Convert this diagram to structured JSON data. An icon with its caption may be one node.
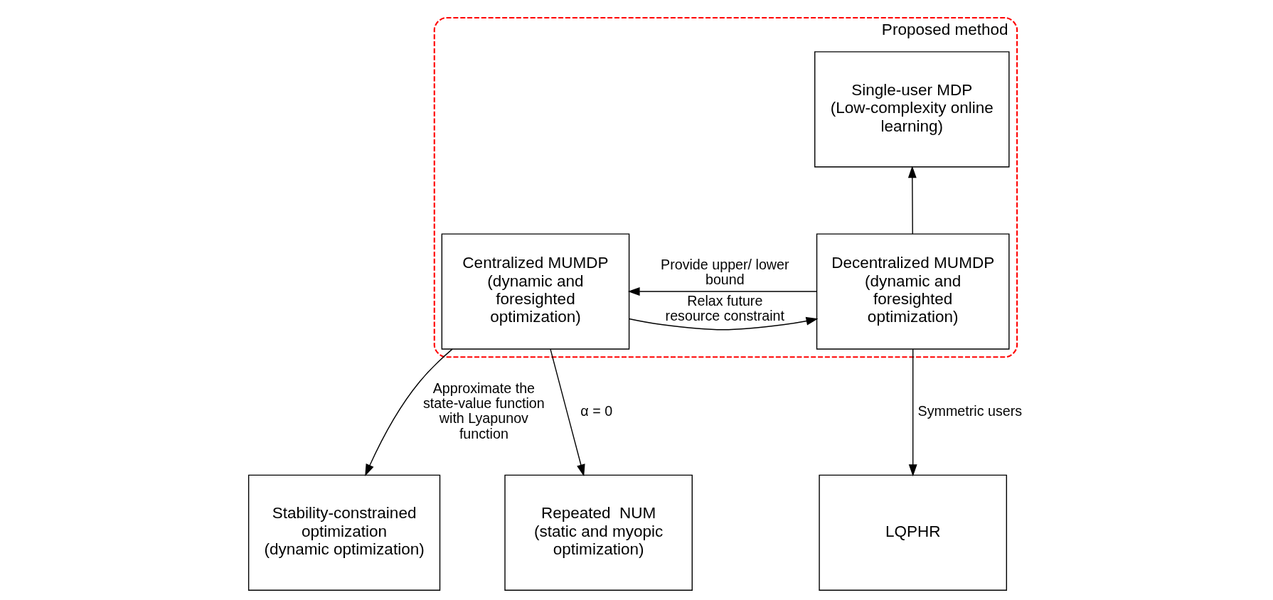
{
  "diagram": {
    "nodes": [
      {
        "text": [
          "Proposed method"
        ]
      },
      {
        "text": [
          "Single-user MDP",
          "(Low-complexity online learning)"
        ],
        "in": 0
      },
      {
        "text": [
          "Decentralized MUMDP",
          "(dynamic and foresighted optimization)"
        ],
        "in": 0
      },
      {
        "text": [
          "Centralized MUMDP",
          "(dynamic and foresighted optimization)"
        ],
        "in": 0
      },
      {
        "text": [
          "Stability-constrained optimization",
          "(dynamic optimization)"
        ]
      },
      {
        "text": [
          "LQPHR"
        ]
      },
      {
        "text": [
          "Repeated  NUM",
          "(static and myopic optimization)"
        ]
      }
    ],
    "edges": [
      {
        "from": 2,
        "to": 1,
        "arrow": "to"
      },
      {
        "from": 3,
        "to": 2,
        "arrow": "to",
        "label": "Relax future resource constraint"
      },
      {
        "from": 2,
        "to": 3,
        "arrow": "to",
        "label": "Provide upper/ lower bound"
      },
      {
        "from": 3,
        "to": 4,
        "arrow": "to",
        "label": "Approximate the state-value function with Lyapunov function"
      },
      {
        "from": 2,
        "to": 5,
        "arrow": "to",
        "label": "Symmetric users"
      },
      {
        "from": 3,
        "to": 6,
        "arrow": "to",
        "label": "α = 0"
      }
    ]
  }
}
